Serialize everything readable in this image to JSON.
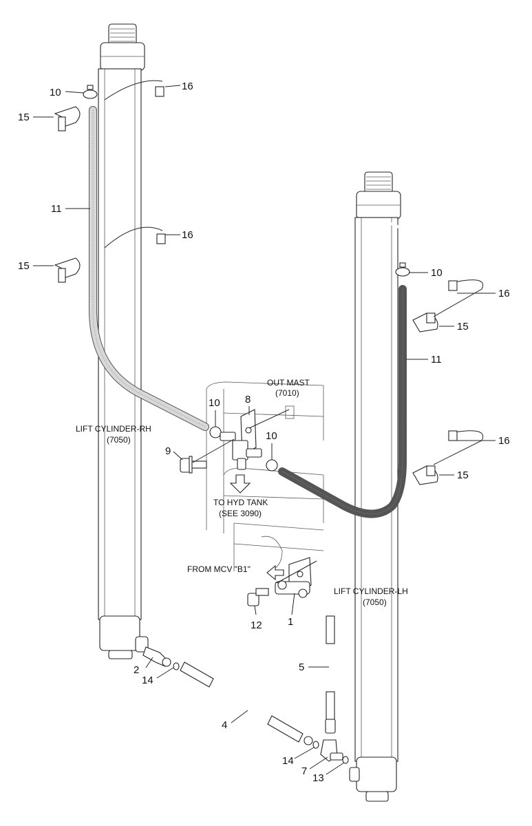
{
  "parts": {
    "p1": "1",
    "p2": "2",
    "p4": "4",
    "p5": "5",
    "p7": "7",
    "p8": "8",
    "p9": "9",
    "p10a": "10",
    "p10b": "10",
    "p10c": "10",
    "p10d": "10",
    "p11a": "11",
    "p11b": "11",
    "p12": "12",
    "p13": "13",
    "p14a": "14",
    "p14b": "14",
    "p15a": "15",
    "p15b": "15",
    "p15c": "15",
    "p15d": "15",
    "p16a": "16",
    "p16b": "16",
    "p16c": "16",
    "p16d": "16"
  },
  "labels": {
    "out_mast": {
      "line1": "OUT MAST",
      "line2": "(7010)"
    },
    "lift_rh": {
      "line1": "LIFT CYLINDER-RH",
      "line2": "(7050)"
    },
    "lift_lh": {
      "line1": "LIFT CYLINDER-LH",
      "line2": "(7050)"
    },
    "hyd_tank": {
      "line1": "TO HYD TANK",
      "line2": "(SEE 3090)"
    },
    "from_mcv": "FROM MCV \"B1\""
  }
}
